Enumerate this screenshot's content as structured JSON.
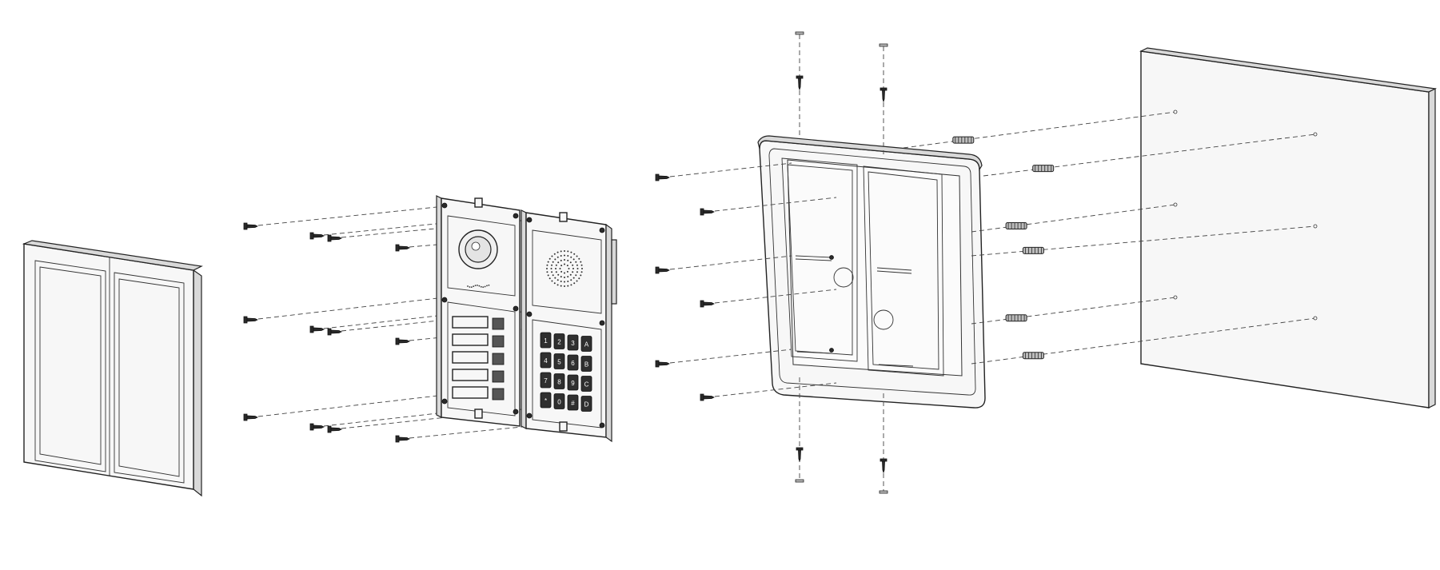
{
  "diagram": {
    "type": "exploded installation view",
    "components": [
      {
        "id": "front-frame",
        "icon": "double-window-frame"
      },
      {
        "id": "panel-modules",
        "icon": "camera-and-keypad-modules",
        "modules": [
          "camera-button-module",
          "speaker-keypad-module"
        ]
      },
      {
        "id": "surface-box",
        "icon": "surface-mount-back-box"
      },
      {
        "id": "wall",
        "icon": "wall-slab"
      }
    ],
    "keypad_keys": [
      "1",
      "2",
      "3",
      "A",
      "4",
      "5",
      "6",
      "B",
      "7",
      "8",
      "9",
      "C",
      "*",
      "0",
      "#",
      "D"
    ],
    "name_buttons": 5,
    "colors": {
      "line": "#222222",
      "fill": "#f7f7f7",
      "shade": "#d9d9d9"
    }
  }
}
